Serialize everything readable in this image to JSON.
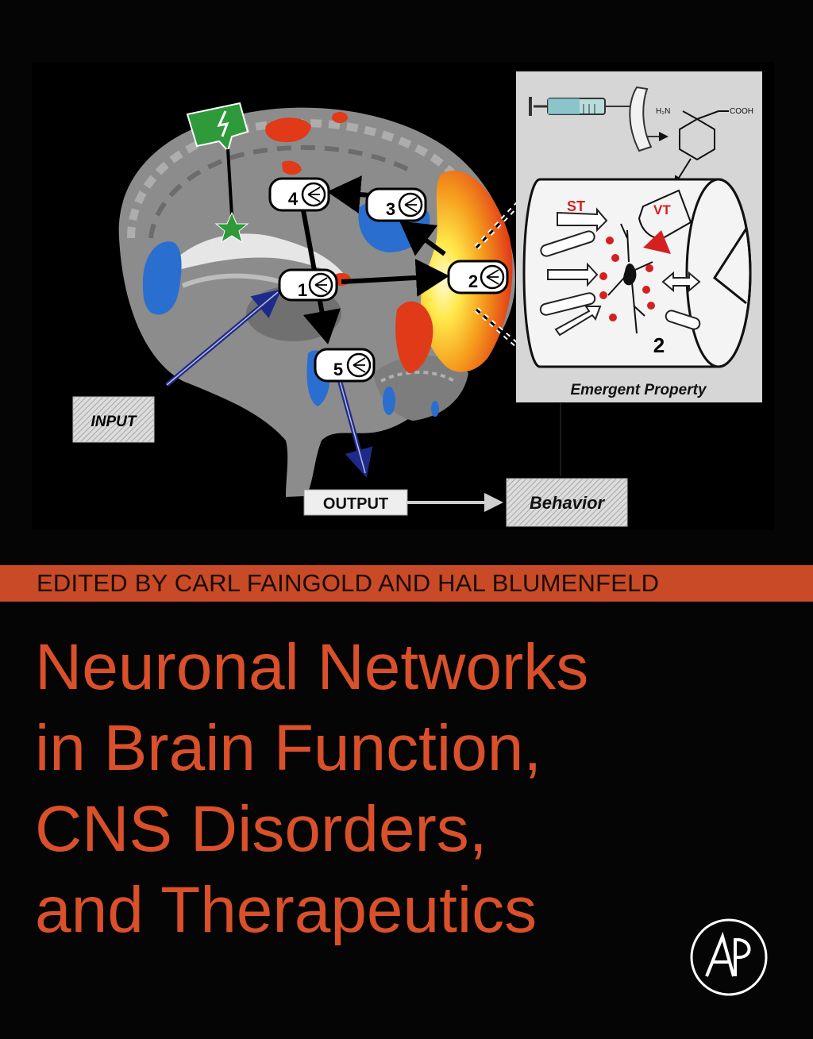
{
  "colors": {
    "background": "#050505",
    "accent": "#d9502a",
    "band": "#c94a26",
    "activation_blue": "#2a6fd0",
    "activation_red": "#e03a18",
    "activation_yellow": "#ffe94a",
    "arrow_navy": "#1e2a8a",
    "trigger_green": "#2e9a3a"
  },
  "figure": {
    "nodes": [
      {
        "label": "1"
      },
      {
        "label": "2"
      },
      {
        "label": "3"
      },
      {
        "label": "4"
      },
      {
        "label": "5"
      }
    ],
    "input_label": "INPUT",
    "output_label": "OUTPUT",
    "behavior_label": "Behavior",
    "inset": {
      "st_label": "ST",
      "vt_label": "VT",
      "node_number": "2",
      "caption": "Emergent Property",
      "formula_amine": "H₂N",
      "formula_acid": "COOH"
    },
    "icons": [
      "syringe-icon",
      "stimulator-icon",
      "star-icon",
      "neuron-icon",
      "double-arrow-icon"
    ]
  },
  "editors_line": "EDITED BY CARL FAINGOLD AND HAL BLUMENFELD",
  "title_lines": [
    "Neuronal Networks",
    "in Brain Function,",
    "CNS Disorders,",
    "and Therapeutics"
  ],
  "publisher_logo_text": "AP"
}
